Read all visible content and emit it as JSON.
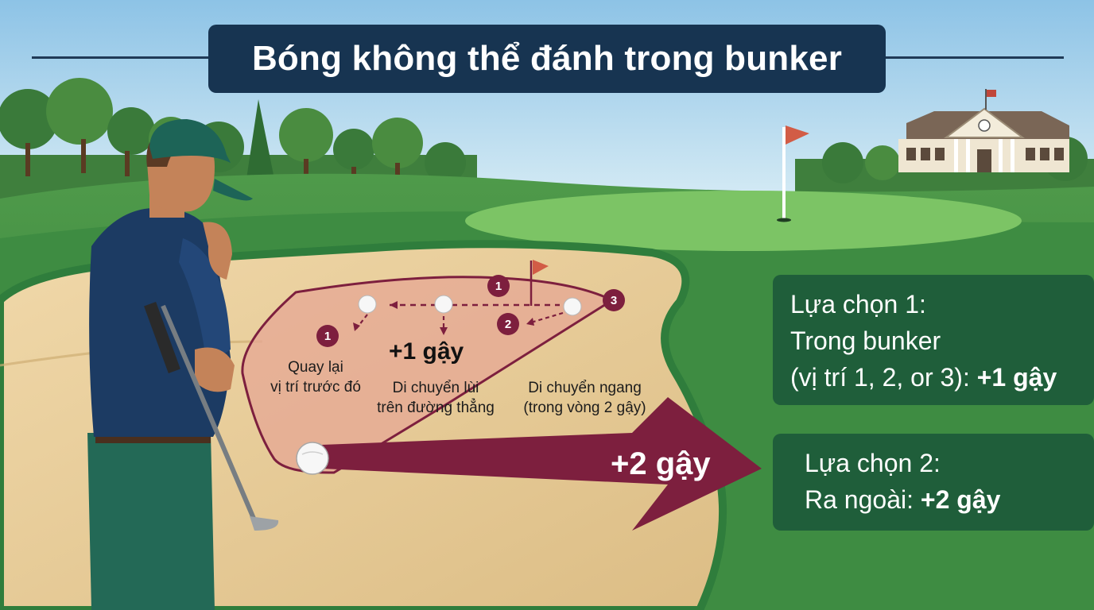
{
  "title": "Bóng không thể đánh trong bunker",
  "bunker_labels": {
    "back_to_previous": [
      "Quay lại",
      "vị trí trước đó"
    ],
    "plus_one": "+1 gậy",
    "move_back_line": [
      "Di chuyển lùi",
      "trên đường thẳng"
    ],
    "move_sideways": [
      "Di chuyển ngang",
      "(trong vòng 2 gậy)"
    ]
  },
  "badges": [
    "1",
    "2",
    "3",
    "1"
  ],
  "arrow_label": "+2 gậy",
  "option1": {
    "line1": "Lựa chọn 1:",
    "line2": "Trong bunker",
    "line3_prefix": "(vị trí 1, 2, or 3): ",
    "line3_bold": "+1 gậy"
  },
  "option2": {
    "line1": "Lựa chọn 2:",
    "line2_prefix": "Ra ngoài: ",
    "line2_bold": "+2 gậy"
  },
  "colors": {
    "title_bg": "#173451",
    "option_bg": "#1f5e3a",
    "maroon": "#7d1f3e",
    "sand": "#e9cf9c",
    "zone": "#e6a794",
    "sky_top": "#8dc3e6",
    "grass": "#3f8f45"
  }
}
